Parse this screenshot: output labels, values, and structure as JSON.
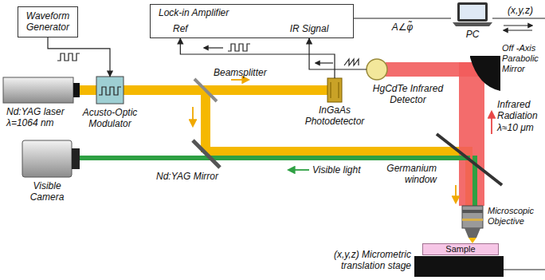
{
  "diagram": {
    "nodes": [
      {
        "text": [
          "Waveform Generator"
        ]
      },
      {
        "text": [
          "Acusto-Optic Modulator"
        ]
      },
      {
        "text": [
          "Lock-in Amplifier",
          "Ref",
          "IR Signal"
        ]
      },
      {
        "text": [
          "PC"
        ]
      },
      {
        "text": [
          "InGaAs Photodetector"
        ]
      },
      {
        "text": [
          "HgCdTe Infrared Detector"
        ]
      },
      {
        "text": [
          "Sample"
        ]
      }
    ],
    "edges": [
      {
        "from": 0,
        "to": 1,
        "arrow": "to"
      },
      {
        "from": 4,
        "to": 2,
        "arrow": "to"
      },
      {
        "from": 5,
        "to": 2,
        "arrow": "to"
      },
      {
        "from": 2,
        "to": 3,
        "label": "A∠φ̃",
        "arrow": "none"
      }
    ],
    "labels": [
      "Nd:YAG laser λ=1064 nm",
      "Beamsplitter",
      "Nd:YAG Mirror",
      "Visible Camera",
      "Visible light",
      "Germanium window",
      "Infrared Radiation λ≈10 μm",
      "Off -Axis Parabolic Mirror",
      "Microscopic Objective",
      "(x,y,z) Micrometric translation stage",
      "(x,y,z)"
    ]
  }
}
